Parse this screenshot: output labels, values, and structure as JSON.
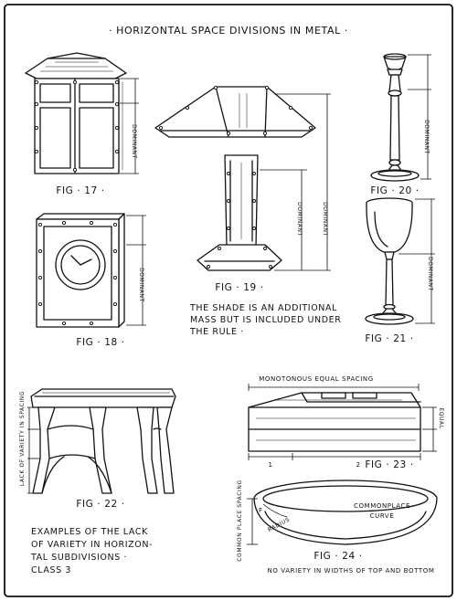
{
  "title": "· HORIZONTAL SPACE DIVISIONS IN METAL ·",
  "figures": {
    "fig17": {
      "label": "FIG · 17 ·",
      "dim": "DOMINANT"
    },
    "fig18": {
      "label": "FIG · 18 ·",
      "dim": "DOMINANT"
    },
    "fig19": {
      "label": "FIG · 19 ·",
      "dim_base": "DOMINANT",
      "dim_total": "DOMINANT"
    },
    "fig20": {
      "label": "FIG · 20 ·",
      "dim": "DOMINANT"
    },
    "fig21": {
      "label": "FIG · 21 ·",
      "dim": "DOMINANT"
    },
    "fig22": {
      "label": "FIG · 22 ·",
      "dim": "LACK OF VARIETY IN SPACING"
    },
    "fig23": {
      "label": "FIG · 23 ·",
      "top_note": "MONOTONOUS EQUAL SPACING",
      "dim_equal": "EQUAL",
      "dim_1": "1",
      "dim_2": "2"
    },
    "fig24": {
      "label": "FIG · 24 ·",
      "side_note": "COMMON PLACE SPACING",
      "f_mark": "F",
      "radius": "RADIUS",
      "curve_note": [
        "COMMONPLACE",
        "CURVE"
      ],
      "bottom_note": "NO VARIETY IN WIDTHS OF TOP AND BOTTOM"
    }
  },
  "fig19_caption": [
    "THE SHADE IS AN ADDITIONAL",
    "MASS BUT IS INCLUDED UNDER",
    "THE RULE ·"
  ],
  "examples_caption": [
    "EXAMPLES OF THE LACK",
    "OF VARIETY IN HORIZON-",
    "TAL SUBDIVISIONS ·",
    "CLASS 3"
  ]
}
